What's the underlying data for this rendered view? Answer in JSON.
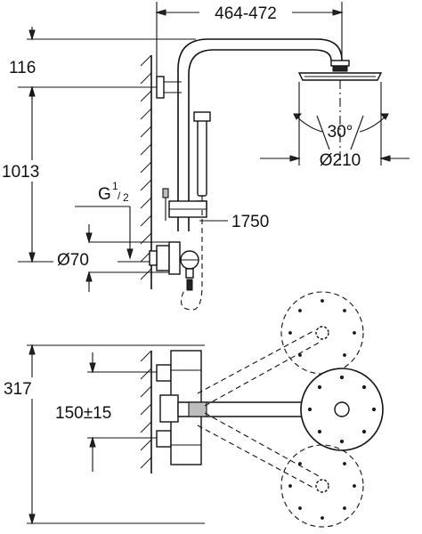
{
  "dimensions": {
    "top_width": "464-472",
    "height_116": "116",
    "height_1013": "1013",
    "thread_g": "G",
    "thread_num": "1",
    "thread_slash": "/",
    "thread_den": "2",
    "diameter_70": "Ø70",
    "height_1750": "1750",
    "angle": "30°",
    "head_diameter": "Ø210",
    "depth_317": "317",
    "spacing": "150±15"
  }
}
